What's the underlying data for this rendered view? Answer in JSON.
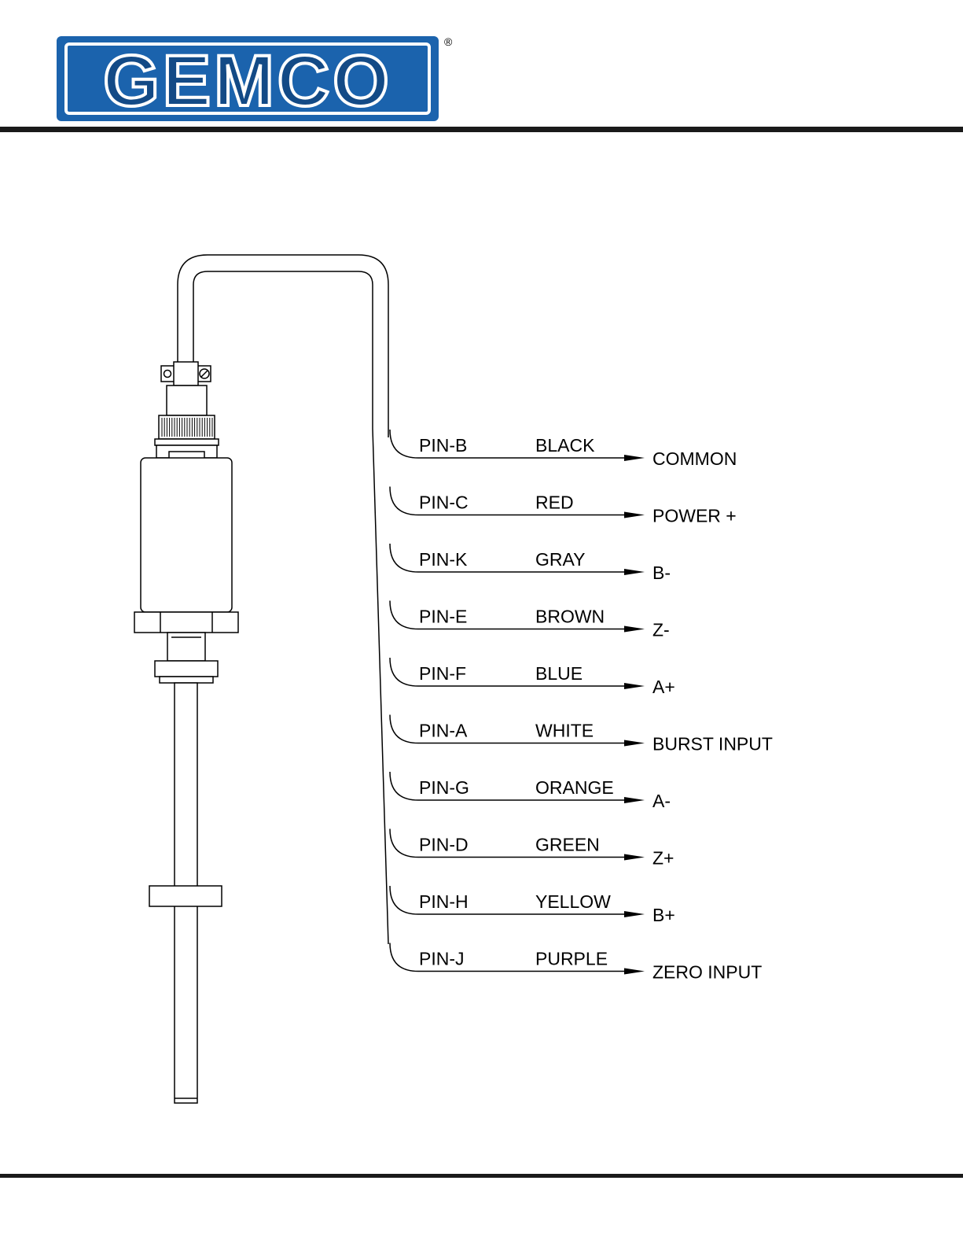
{
  "brand": {
    "name": "GEMCO",
    "registered_mark": "®",
    "blue": "#1b63ad",
    "dark_blue": "#134a86"
  },
  "wiring": [
    {
      "pin": "PIN-B",
      "color": "BLACK",
      "signal": "COMMON"
    },
    {
      "pin": "PIN-C",
      "color": "RED",
      "signal": "POWER +"
    },
    {
      "pin": "PIN-K",
      "color": "GRAY",
      "signal": "B-"
    },
    {
      "pin": "PIN-E",
      "color": "BROWN",
      "signal": "Z-"
    },
    {
      "pin": "PIN-F",
      "color": "BLUE",
      "signal": "A+"
    },
    {
      "pin": "PIN-A",
      "color": "WHITE",
      "signal": "BURST INPUT"
    },
    {
      "pin": "PIN-G",
      "color": "ORANGE",
      "signal": "A-"
    },
    {
      "pin": "PIN-D",
      "color": "GREEN",
      "signal": "Z+"
    },
    {
      "pin": "PIN-H",
      "color": "YELLOW",
      "signal": "B+"
    },
    {
      "pin": "PIN-J",
      "color": "PURPLE",
      "signal": "ZERO INPUT"
    }
  ]
}
